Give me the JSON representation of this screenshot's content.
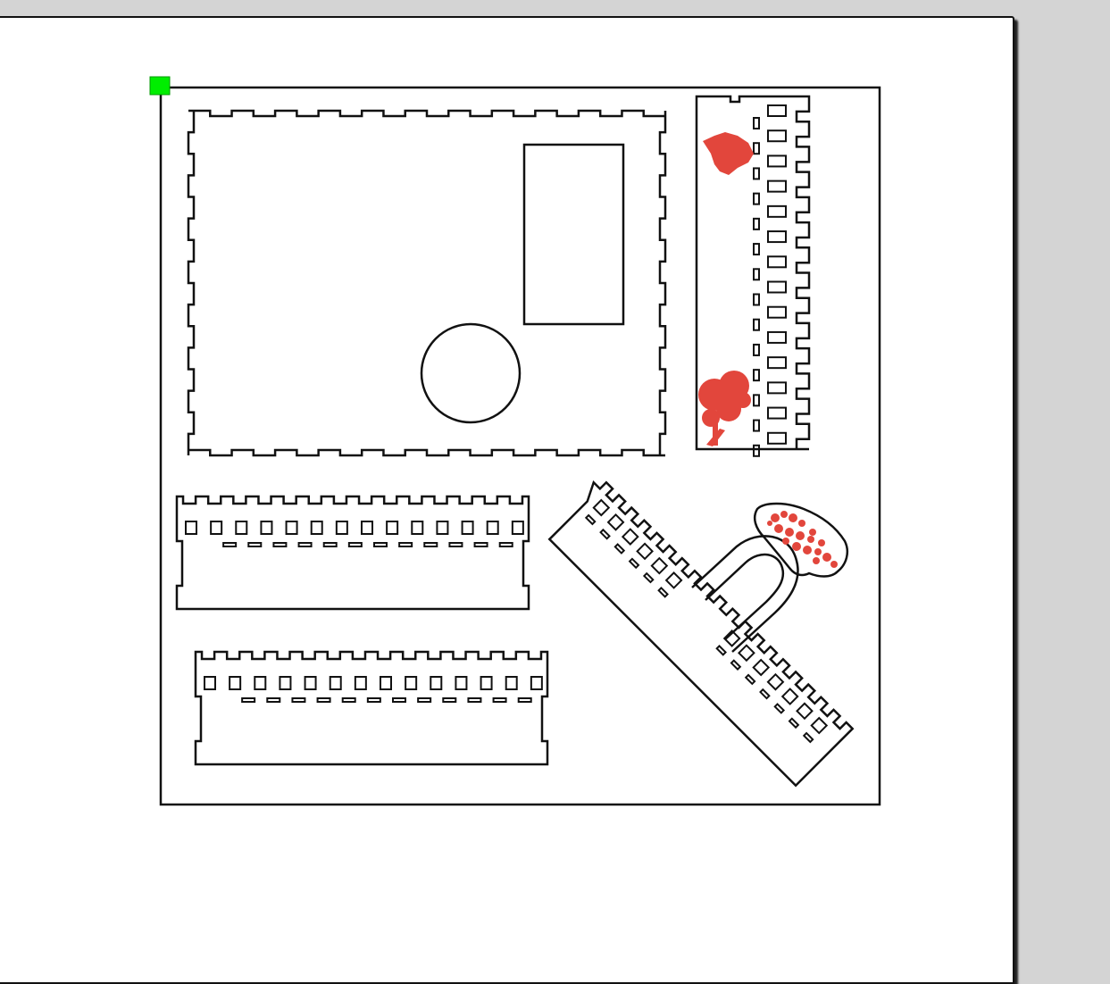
{
  "app": {
    "view": "laser-cut-layout-canvas"
  },
  "colors": {
    "background": "#d4d4d4",
    "page": "#ffffff",
    "outline": "#111111",
    "origin_marker": "#00ee00",
    "engrave_fill": "#e2463c"
  },
  "icons": {
    "origin_marker": "origin-handle-icon",
    "engravings": [
      "leaf-engraving-icon",
      "tree-engraving-icon",
      "flower-branch-engraving-icon"
    ]
  },
  "parts": [
    {
      "name": "top-panel",
      "features": [
        "finger-joint-edges",
        "rectangular-cutout",
        "circular-cutout"
      ]
    },
    {
      "name": "side-panel-vertical",
      "slot_rows": 14,
      "engravings": 2
    },
    {
      "name": "side-panel-horizontal-upper",
      "slot_columns": 14
    },
    {
      "name": "side-panel-horizontal-lower",
      "slot_columns": 14
    },
    {
      "name": "side-panel-rotated",
      "angle_deg": 45,
      "features": [
        "u-shaped-handle"
      ],
      "engravings": 1
    }
  ]
}
